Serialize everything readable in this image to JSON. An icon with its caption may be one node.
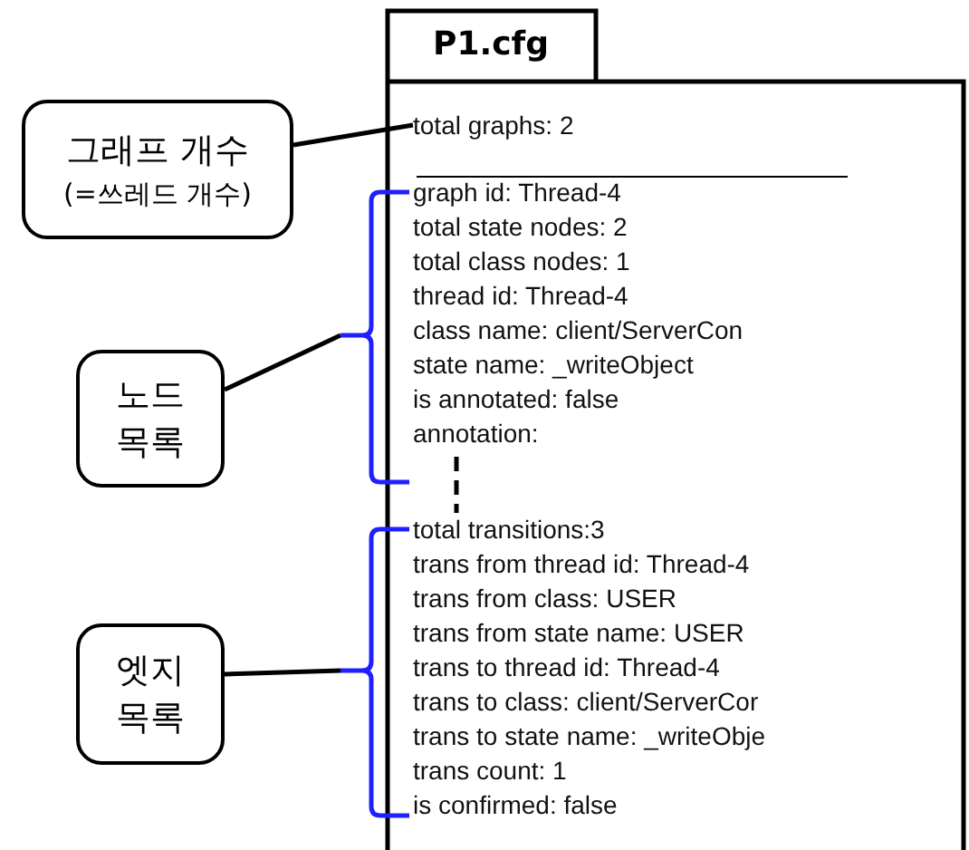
{
  "diagram": {
    "nodes": [
      {
        "text": [
          "P1.cfg"
        ]
      },
      {
        "text": [
          "total graphs: 2"
        ],
        "in": 0
      },
      {
        "text": [
          "graph id: Thread-4",
          "total state nodes: 2",
          "total class nodes: 1",
          "thread id: Thread-4",
          "class name: client/ServerCon",
          "state name: _writeObject",
          "is annotated: false",
          "annotation:"
        ],
        "in": 0
      },
      {
        "text": [
          "total transitions:3",
          "trans from thread id: Thread-4",
          "trans from class: USER",
          "trans from state name: USER",
          "trans to thread id: Thread-4",
          "trans to class: client/ServerCor",
          "trans to state name: _writeObje",
          "trans count: 1",
          "is confirmed: false"
        ],
        "in": 0
      },
      {
        "text": [
          "그래프 개수",
          "(=쓰레드 개수)"
        ]
      },
      {
        "text": [
          "노드 목록"
        ]
      },
      {
        "text": [
          "엣지 목록"
        ]
      }
    ],
    "edges": [
      {
        "from": 4,
        "to": 1,
        "arrow": "none"
      },
      {
        "from": 5,
        "to": 2,
        "arrow": "none"
      },
      {
        "from": 6,
        "to": 3,
        "arrow": "none"
      },
      {
        "from": 2,
        "to": 3,
        "arrow": "none",
        "style": "dashed"
      }
    ]
  }
}
